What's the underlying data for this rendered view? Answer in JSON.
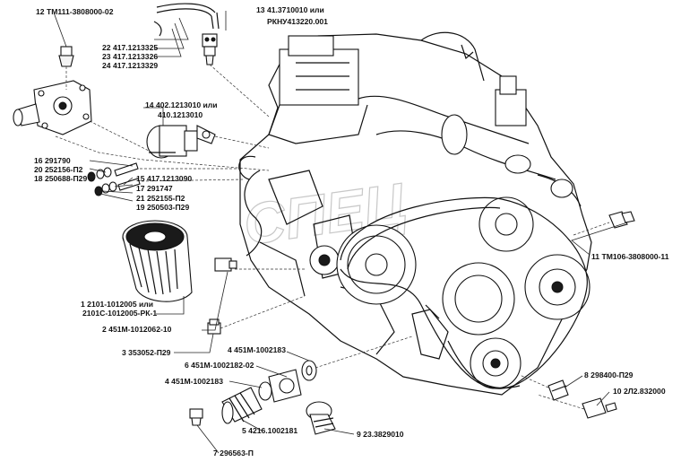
{
  "watermark": "СПЕЦ",
  "labels": [
    {
      "id": "l12",
      "text": "12  ТМ111-3808000-02"
    },
    {
      "id": "l22",
      "text": "22  417.1213325"
    },
    {
      "id": "l23",
      "text": "23  417.1213326"
    },
    {
      "id": "l24",
      "text": "24  417.1213329"
    },
    {
      "id": "l13a",
      "text": "13  41.3710010 или"
    },
    {
      "id": "l13b",
      "text": "РКНУ413220.001"
    },
    {
      "id": "l14a",
      "text": "14  402.1213010 или"
    },
    {
      "id": "l14b",
      "text": "410.1213010"
    },
    {
      "id": "l16",
      "text": "16  291790"
    },
    {
      "id": "l20",
      "text": "20  252156-П2"
    },
    {
      "id": "l18",
      "text": "18  250688-П29"
    },
    {
      "id": "l15",
      "text": "15  417.1213090"
    },
    {
      "id": "l17",
      "text": "17  291747"
    },
    {
      "id": "l21",
      "text": "21  252155-П2"
    },
    {
      "id": "l19",
      "text": "19  250503-П29"
    },
    {
      "id": "l11",
      "text": "11  ТМ106-3808000-11"
    },
    {
      "id": "l1a",
      "text": "1  2101-1012005 или"
    },
    {
      "id": "l1b",
      "text": "2101С-1012005-РК-1"
    },
    {
      "id": "l2",
      "text": "2  451М-1012062-10"
    },
    {
      "id": "l3",
      "text": "3  353052-П29"
    },
    {
      "id": "l4a",
      "text": "4  451М-1002183"
    },
    {
      "id": "l6",
      "text": "6  451М-1002182-02"
    },
    {
      "id": "l4b",
      "text": "4  451М-1002183"
    },
    {
      "id": "l8",
      "text": "8  298400-П29"
    },
    {
      "id": "l10",
      "text": "10  2Л2.832000"
    },
    {
      "id": "l5",
      "text": "5  4216.1002181"
    },
    {
      "id": "l9",
      "text": "9  23.3829010"
    },
    {
      "id": "l7",
      "text": "7  296563-П"
    }
  ]
}
